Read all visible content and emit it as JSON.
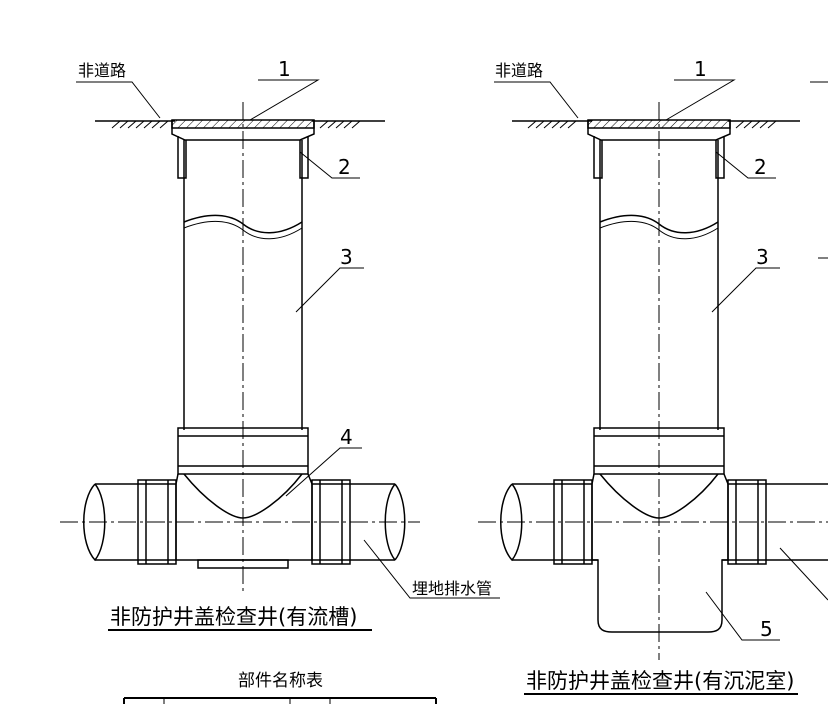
{
  "left_drawing": {
    "ground_label": "非道路",
    "callouts": [
      "1",
      "2",
      "3",
      "4"
    ],
    "pipe_label": "埋地排水管",
    "title": "非防护井盖检查井(有流槽)"
  },
  "right_drawing": {
    "ground_label": "非道路",
    "callouts": [
      "1",
      "2",
      "3",
      "5"
    ],
    "title": "非防护井盖检查井(有沉泥室)"
  },
  "parts_table": {
    "title": "部件名称表"
  }
}
